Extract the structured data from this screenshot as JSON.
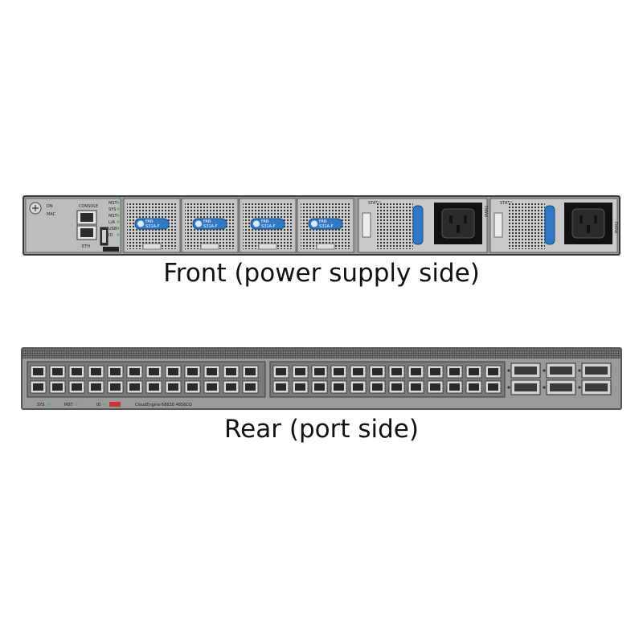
{
  "front": {
    "caption": "Front (power supply side)",
    "left_panel": {
      "labels": [
        "DN",
        "MAC",
        "CONSOLE",
        "ETH",
        "MST",
        "SYS",
        "MST",
        "L/A",
        "USB",
        "ID"
      ]
    },
    "fans": [
      {
        "label": "FAN",
        "model": "S31A-F"
      },
      {
        "label": "FAN",
        "model": "S31A-F"
      },
      {
        "label": "FAN",
        "model": "S31A-F"
      },
      {
        "label": "FAN",
        "model": "S31A-F"
      }
    ],
    "psus": [
      {
        "stat": "STAT",
        "slot": "PWR1"
      },
      {
        "stat": "STAT",
        "slot": "PWR2"
      }
    ]
  },
  "rear": {
    "caption": "Rear (port side)",
    "labels": [
      "SYS",
      "MST",
      "ID",
      "CloudEngine 6863E-48S6CQ"
    ],
    "sfp_groups": [
      {
        "columns": 12,
        "rows": 2
      },
      {
        "columns": 12,
        "rows": 2
      }
    ],
    "qsfp_columns": 3
  },
  "colors": {
    "chassis": "#8e8e8e",
    "panel": "#b9b9b9",
    "fan_label": "#2f79c4",
    "dark": "#2a2a2a"
  }
}
